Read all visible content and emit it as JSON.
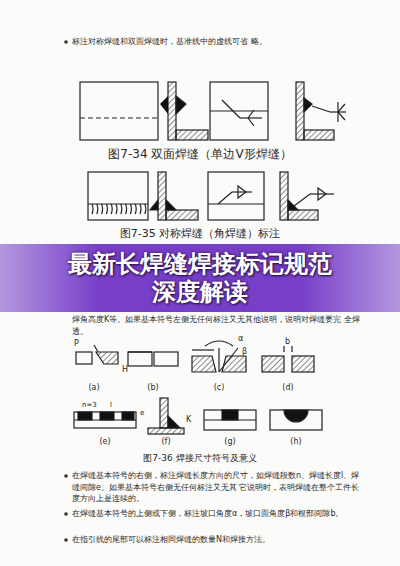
{
  "diagram": {
    "title": "最新长焊缝焊接标记规范深度解读",
    "labels": [
      "标注对称焊缝和双面焊缝时，基准线中的虚线可省 略。",
      "图7-34 双面焊缝（单边V形焊缝）",
      "图7-35 对称焊缝（角焊缝）标注",
      "焊角高度K等。如果基本符号左侧无任何标注又无其他说明，说明对焊缝要完 全焊透。",
      "(a)",
      "(b)",
      "(c)",
      "(d)",
      "(e)",
      "(f)",
      "(g)",
      "(h)",
      "P",
      "α",
      "β",
      "b",
      "n=3",
      "l",
      "e",
      "K",
      "H",
      "图7-36 焊接尺寸符号及意义",
      "在焊缝基本符号的右侧，标注焊缝长度方向的尺寸，如焊缝段数n、焊缝长度l、焊缝间隙e。如果基本符号右侧无任何标注又无其 它说明时，表明焊缝在整个工件长度方向上是连续的。",
      "在焊缝基本符号的上侧或下侧，标注坡口角度α，坡口面角度β和根部间隙b。",
      "在指引线的尾部可以标注相同焊缝的数量N和焊接方法。"
    ]
  }
}
